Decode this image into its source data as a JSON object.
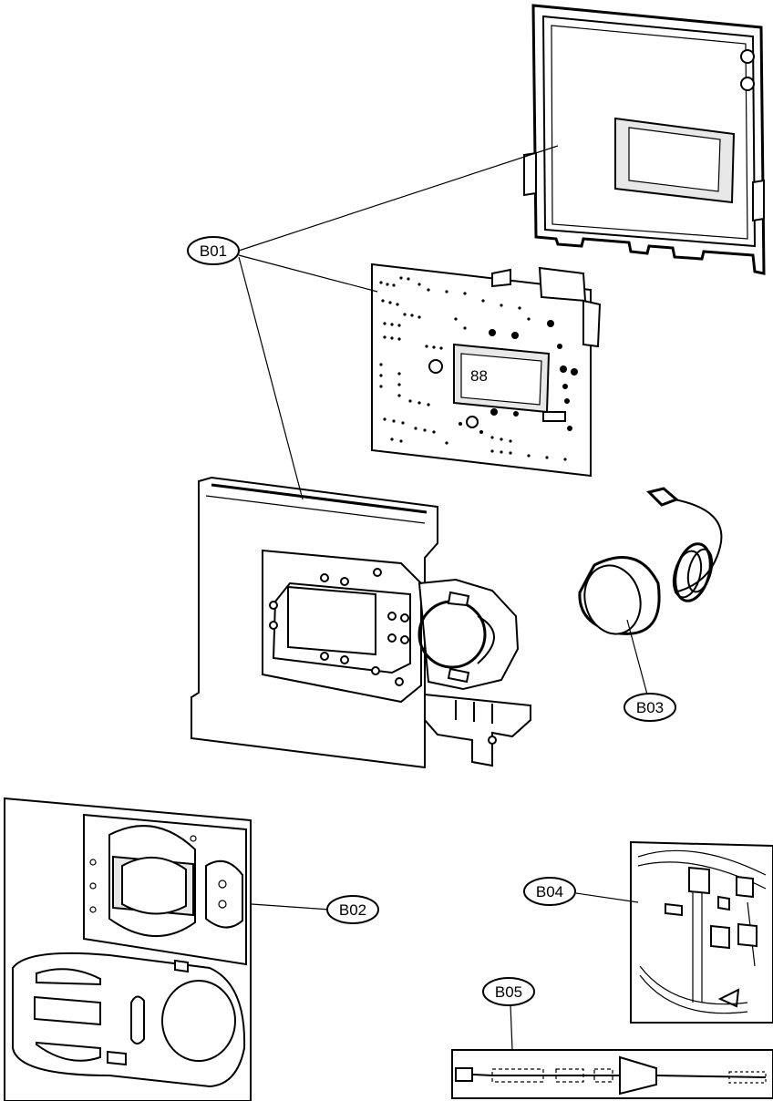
{
  "callouts": [
    {
      "id": "b01",
      "label": "B01"
    },
    {
      "id": "b02",
      "label": "B02"
    },
    {
      "id": "b03",
      "label": "B03"
    },
    {
      "id": "b04",
      "label": "B04"
    },
    {
      "id": "b05",
      "label": "B05"
    }
  ],
  "colors": {
    "line": "#000000",
    "background": "#ffffff",
    "shade": "#e8e8e8"
  },
  "lcd": {
    "digits": "88"
  }
}
